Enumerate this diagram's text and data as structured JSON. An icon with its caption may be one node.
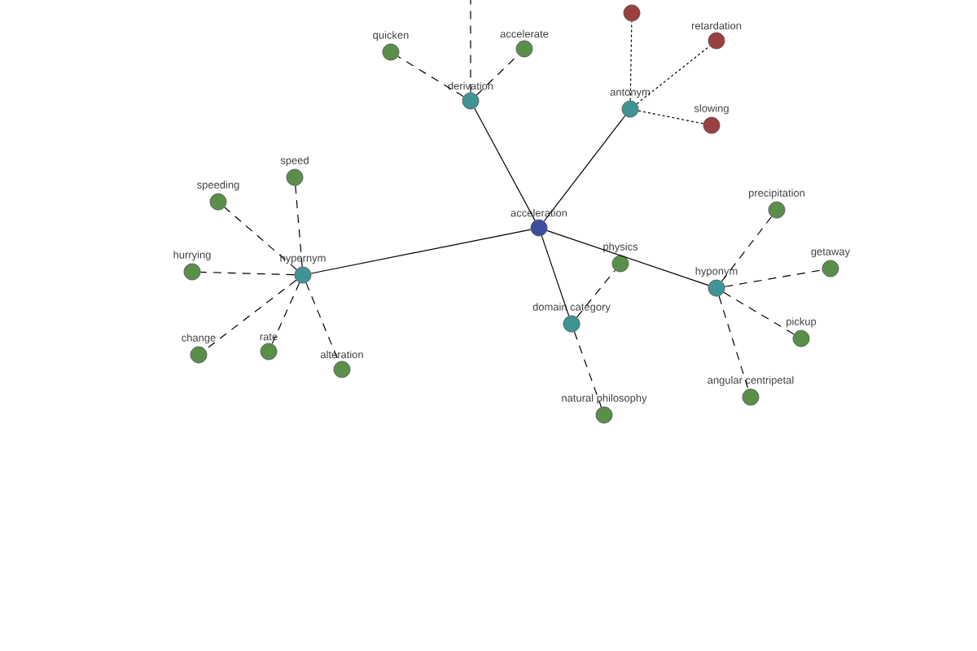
{
  "diagram": {
    "nodes": [
      {
        "text": [
          "acceleration"
        ]
      },
      {
        "text": [
          "derivation"
        ]
      },
      {
        "text": [
          "quicken"
        ]
      },
      {
        "text": [
          "accelerate"
        ]
      },
      {
        "text": [
          "antonym"
        ]
      },
      {
        "text": [],
        "shape": "circle"
      },
      {
        "text": [
          "retardation"
        ]
      },
      {
        "text": [
          "slowing"
        ]
      },
      {
        "text": [
          "hypernym"
        ]
      },
      {
        "text": [
          "speed"
        ]
      },
      {
        "text": [
          "speeding"
        ]
      },
      {
        "text": [
          "hurrying"
        ]
      },
      {
        "text": [
          "change"
        ]
      },
      {
        "text": [
          "rate"
        ]
      },
      {
        "text": [
          "alteration"
        ]
      },
      {
        "text": [
          "domain category"
        ]
      },
      {
        "text": [
          "physics"
        ]
      },
      {
        "text": [
          "natural philosophy"
        ]
      },
      {
        "text": [
          "hyponym"
        ]
      },
      {
        "text": [
          "precipitation"
        ]
      },
      {
        "text": [
          "getaway"
        ]
      },
      {
        "text": [
          "pickup"
        ]
      },
      {
        "text": [
          "angular centripetal"
        ]
      }
    ],
    "edges": [
      {
        "from": 0,
        "to": 1,
        "arrow": "none"
      },
      {
        "from": 0,
        "to": 4,
        "arrow": "none"
      },
      {
        "from": 0,
        "to": 8,
        "arrow": "none"
      },
      {
        "from": 0,
        "to": 15,
        "arrow": "none"
      },
      {
        "from": 0,
        "to": 18,
        "arrow": "none"
      },
      {
        "from": 1,
        "to": null,
        "arrow": "none",
        "style": "dashed"
      },
      {
        "from": 1,
        "to": 2,
        "arrow": "none",
        "style": "dashed"
      },
      {
        "from": 1,
        "to": 3,
        "arrow": "none",
        "style": "dashed"
      },
      {
        "from": 4,
        "to": 5,
        "arrow": "none",
        "style": "dashed"
      },
      {
        "from": 4,
        "to": 6,
        "arrow": "none",
        "style": "dashed"
      },
      {
        "from": 4,
        "to": 7,
        "arrow": "none",
        "style": "dashed"
      },
      {
        "from": 8,
        "to": 9,
        "arrow": "none",
        "style": "dashed"
      },
      {
        "from": 8,
        "to": 10,
        "arrow": "none",
        "style": "dashed"
      },
      {
        "from": 8,
        "to": 11,
        "arrow": "none",
        "style": "dashed"
      },
      {
        "from": 8,
        "to": 12,
        "arrow": "none",
        "style": "dashed"
      },
      {
        "from": 8,
        "to": 13,
        "arrow": "none",
        "style": "dashed"
      },
      {
        "from": 8,
        "to": 14,
        "arrow": "none",
        "style": "dashed"
      },
      {
        "from": 15,
        "to": 16,
        "arrow": "none",
        "style": "dashed"
      },
      {
        "from": 15,
        "to": 17,
        "arrow": "none",
        "style": "dashed"
      },
      {
        "from": 18,
        "to": 19,
        "arrow": "none",
        "style": "dashed"
      },
      {
        "from": 18,
        "to": 20,
        "arrow": "none",
        "style": "dashed"
      },
      {
        "from": 18,
        "to": 21,
        "arrow": "none",
        "style": "dashed"
      },
      {
        "from": 18,
        "to": 22,
        "arrow": "none",
        "style": "dashed"
      }
    ]
  }
}
